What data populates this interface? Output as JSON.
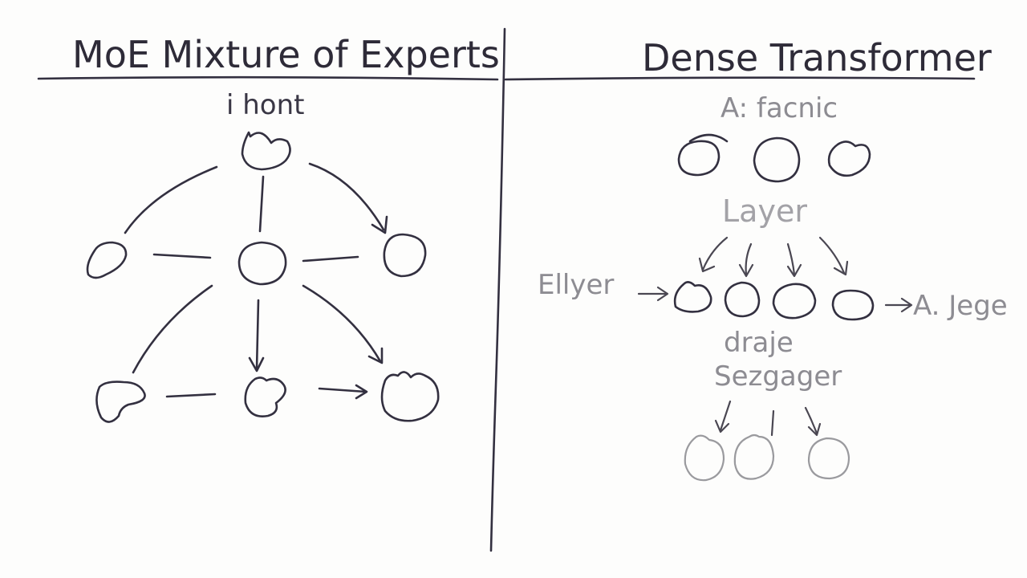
{
  "left_panel": {
    "title": "MoE Mixture of Experts",
    "top_label": "i hont"
  },
  "right_panel": {
    "title": "Dense Transformer",
    "top_label": "A: facnic",
    "layer_label": "Layer",
    "left_label": "Ellyer",
    "right_label": "A. Jege",
    "mid_label_1": "draje",
    "mid_label_2": "Sezgager"
  },
  "colors": {
    "ink": "#333040",
    "pencil": "#9a9a9e",
    "paper": "#fdfdfc"
  }
}
